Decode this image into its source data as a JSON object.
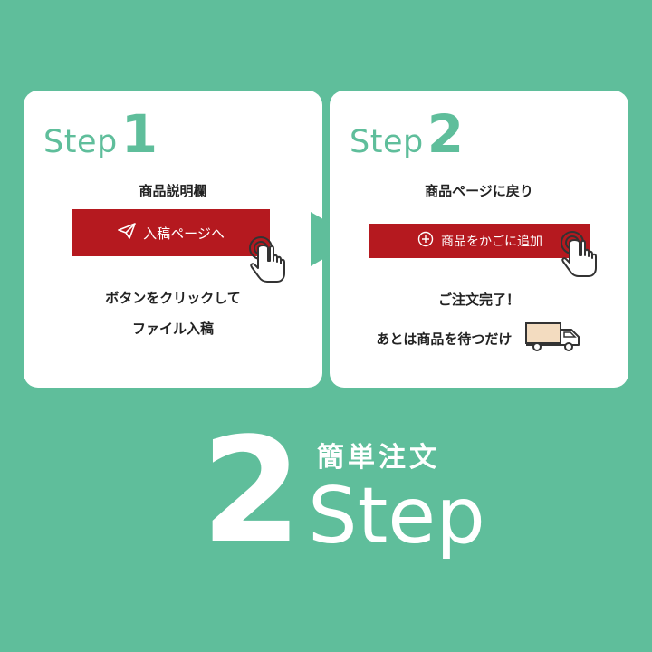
{
  "card1": {
    "step_word": "Step",
    "step_number": "1",
    "title": "商品説明欄",
    "button_label": "入稿ページへ",
    "description_line1": "ボタンをクリックして",
    "description_line2": "ファイル入稿"
  },
  "card2": {
    "step_word": "Step",
    "step_number": "2",
    "title": "商品ページに戻り",
    "button_label": "商品をかごに追加",
    "description_line1": "ご注文完了！",
    "description_line2": "あとは商品を待つだけ"
  },
  "bottom": {
    "number": "2",
    "subtitle": "簡単注文",
    "step_word": "Step"
  },
  "colors": {
    "background": "#5fbe9b",
    "card": "#ffffff",
    "accent_red": "#b5191f"
  },
  "icons": [
    "paper-plane-icon",
    "plus-circle-icon",
    "pointing-hand-icon",
    "truck-icon",
    "right-arrow-icon"
  ]
}
